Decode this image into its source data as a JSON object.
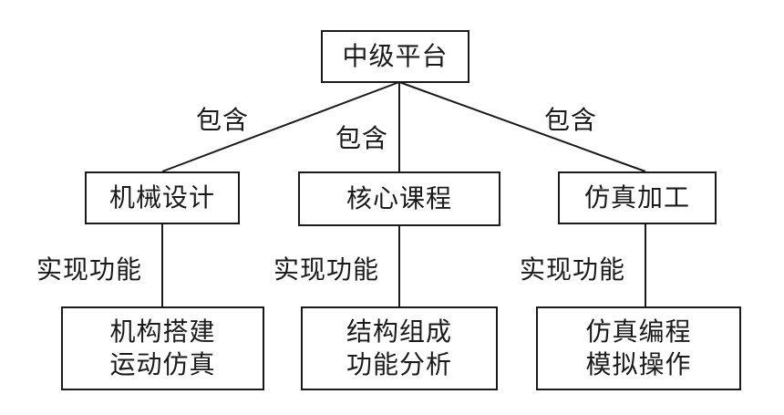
{
  "root": {
    "label": "中级平台"
  },
  "edge_labels": {
    "contains": "包含",
    "realizes": "实现功能"
  },
  "branches": [
    {
      "category": "机械设计",
      "functions": [
        "机构搭建",
        "运动仿真"
      ]
    },
    {
      "category": "核心课程",
      "functions": [
        "结构组成",
        "功能分析"
      ]
    },
    {
      "category": "仿真加工",
      "functions": [
        "仿真编程",
        "模拟操作"
      ]
    }
  ]
}
